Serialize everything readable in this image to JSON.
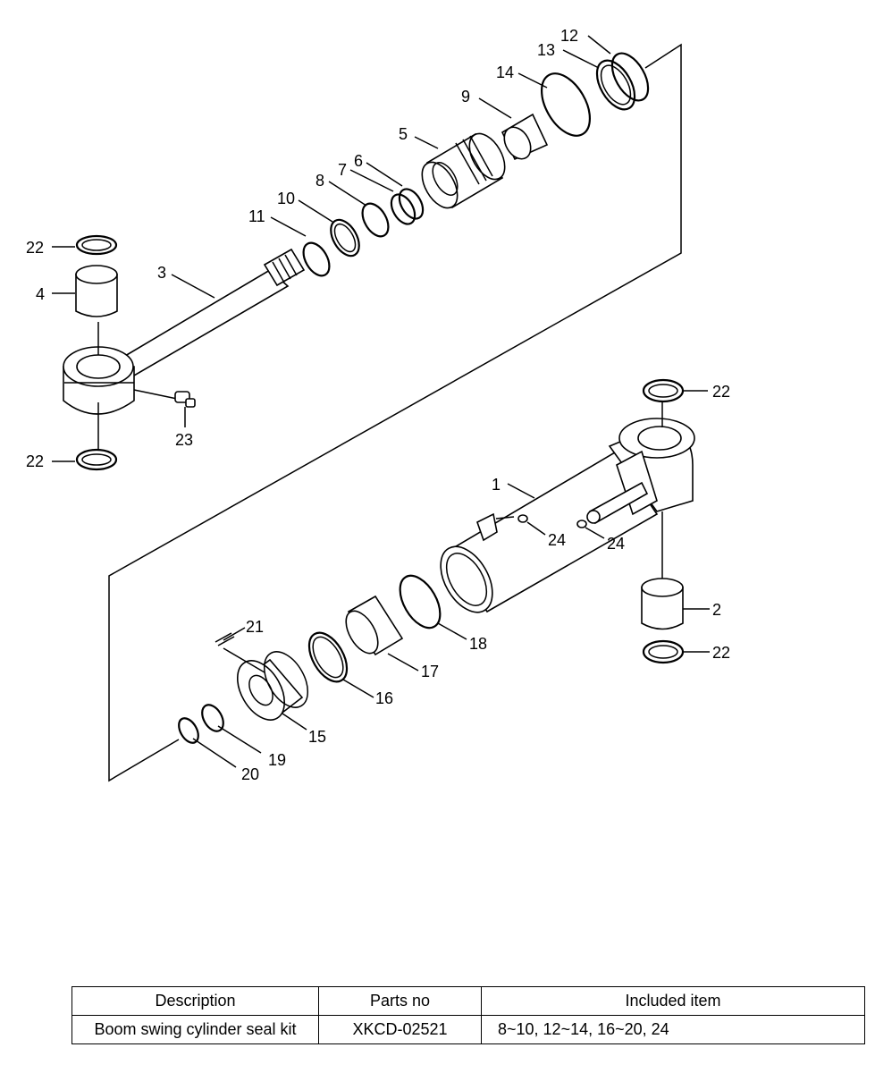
{
  "diagram": {
    "callouts": [
      "1",
      "2",
      "3",
      "4",
      "5",
      "6",
      "7",
      "8",
      "9",
      "10",
      "11",
      "12",
      "13",
      "14",
      "15",
      "16",
      "17",
      "18",
      "19",
      "20",
      "21",
      "22",
      "22",
      "22",
      "22",
      "23",
      "24",
      "24"
    ]
  },
  "table": {
    "headers": [
      "Description",
      "Parts no",
      "Included item"
    ],
    "rows": [
      [
        "Boom swing cylinder seal kit",
        "XKCD-02521",
        "8~10, 12~14, 16~20, 24"
      ]
    ]
  }
}
